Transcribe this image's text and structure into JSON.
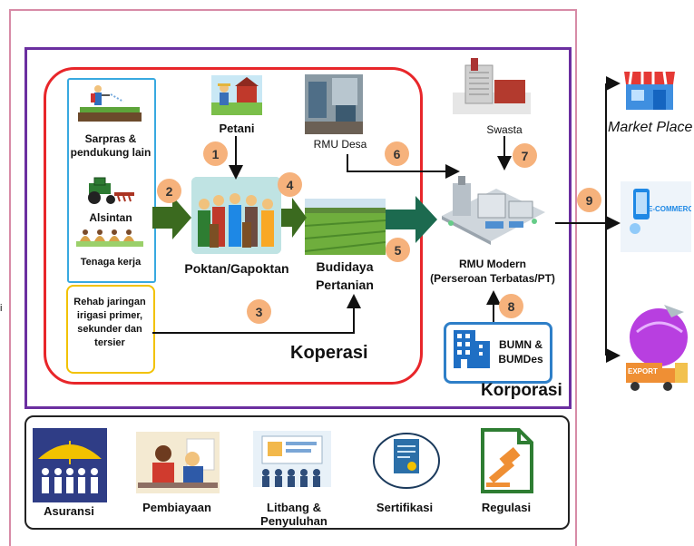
{
  "left_edge_char": "i",
  "inputs": {
    "sarpras": "Sarpras &\npendukung lain",
    "alsintan": "Alsintan",
    "tenaga_kerja": "Tenaga kerja"
  },
  "petani": "Petani",
  "rmu_desa": "RMU Desa",
  "poktan": "Poktan/Gapoktan",
  "budidaya": "Budidaya\nPertanian",
  "rehab": "Rehab jaringan\nirigasi primer,\nsekunder dan\ntersier",
  "koperasi": "Koperasi",
  "swasta": "Swasta",
  "rmu_modern": "RMU Modern\n(Perseroan Terbatas/PT)",
  "bumn": "BUMN &\nBUMDes",
  "korporasi": "Korporasi",
  "market_place": "Market Place",
  "ecommerce_text": "E-COMMERCE",
  "export_text": "EXPORT",
  "badges": [
    "1",
    "2",
    "3",
    "4",
    "5",
    "6",
    "7",
    "8",
    "9"
  ],
  "support": {
    "asuransi": "Asuransi",
    "pembiayaan": "Pembiayaan",
    "litbang": "Litbang & Penyuluhan",
    "sertifikasi": "Sertifikasi",
    "regulasi": "Regulasi"
  },
  "colors": {
    "outer_border": "#d78ba7",
    "purple": "#6b2fa0",
    "red": "#e8262a",
    "blue": "#2e7fc8",
    "badge": "#f6b27c",
    "green_arrow": "#3b6a1f",
    "teal_arrow": "#1c6a4f"
  }
}
